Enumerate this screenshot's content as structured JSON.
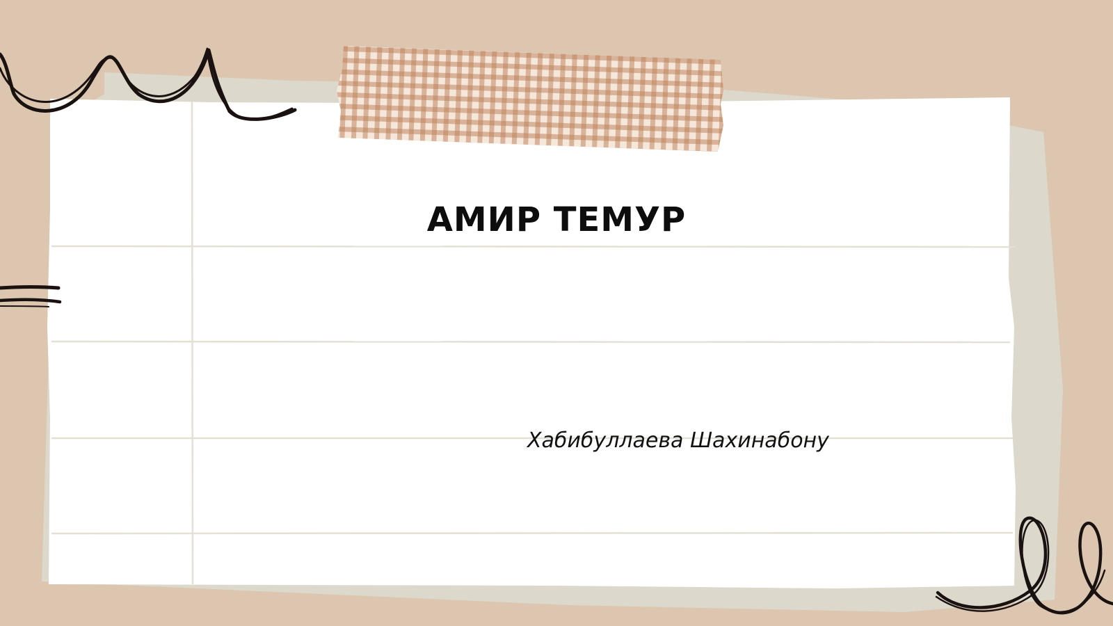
{
  "slide": {
    "title": "АМИР ТЕМУР",
    "author": "Хабибуллаева Шахинабону"
  },
  "colors": {
    "background": "#dcc6b0",
    "paper": "#ffffff",
    "paper_shadow": "#dcd9cc",
    "ruled_line": "#e3e0d6",
    "tape": "#f6e7db",
    "tape_check": "#b98058",
    "ink": "#1a1111"
  },
  "icons": {
    "top_left": "scallop-scribble-icon",
    "left": "double-dash-scribble-icon",
    "bottom_right": "loop-scribble-icon",
    "tape": "gingham-washi-tape"
  }
}
